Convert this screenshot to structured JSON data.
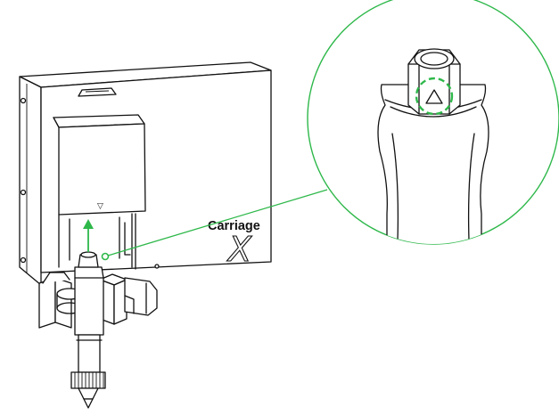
{
  "diagram": {
    "brand_text": "Carriage",
    "brand_mark": "X",
    "accent_color": "#2eb84a",
    "line_color": "#111111",
    "arrow_direction": "up",
    "marker_glyph": "▽",
    "icons": [
      "up-arrow-icon",
      "triangle-marker-icon",
      "magnifier-callout"
    ]
  }
}
